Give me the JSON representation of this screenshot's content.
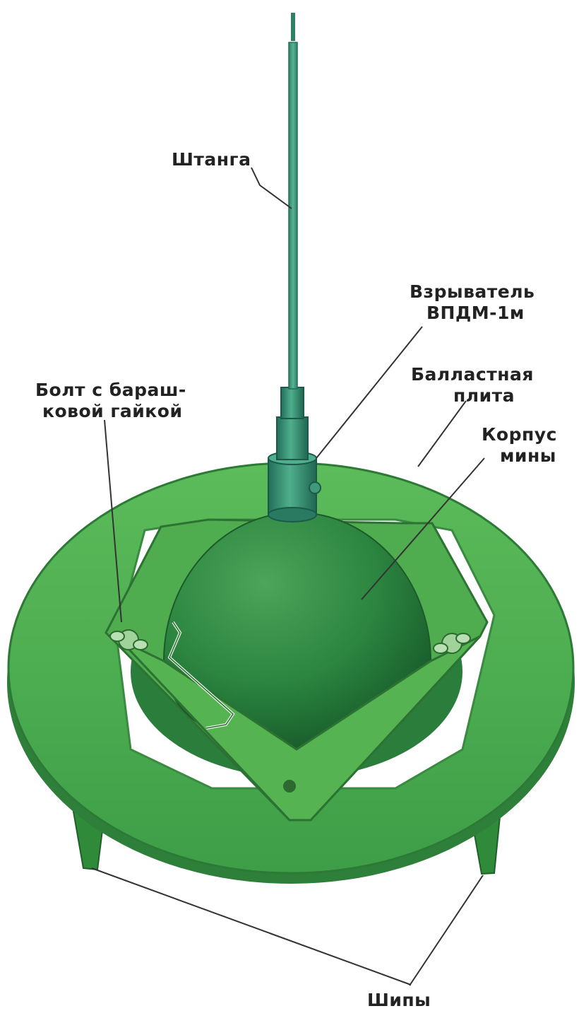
{
  "labels": {
    "rod": "Штанга",
    "fuze_line1": "Взрыватель",
    "fuze_line2": "ВПДМ-1м",
    "bolt_line1": "Болт с бараш-",
    "bolt_line2": "ковой гайкой",
    "plate_line1": "Балластная",
    "plate_line2": "плита",
    "body_line1": "Корпус",
    "body_line2": "мины",
    "spikes": "Шипы"
  },
  "colors": {
    "plate": "#4fb04f",
    "plate_dark": "#2f8a3a",
    "plate_edge": "#236b2d",
    "dome": "#2f8a3f",
    "dome_dark": "#1d6a2c",
    "rod": "#3f9a7c",
    "fuze": "#2f8c72",
    "leader": "#333333",
    "text": "#222222"
  }
}
